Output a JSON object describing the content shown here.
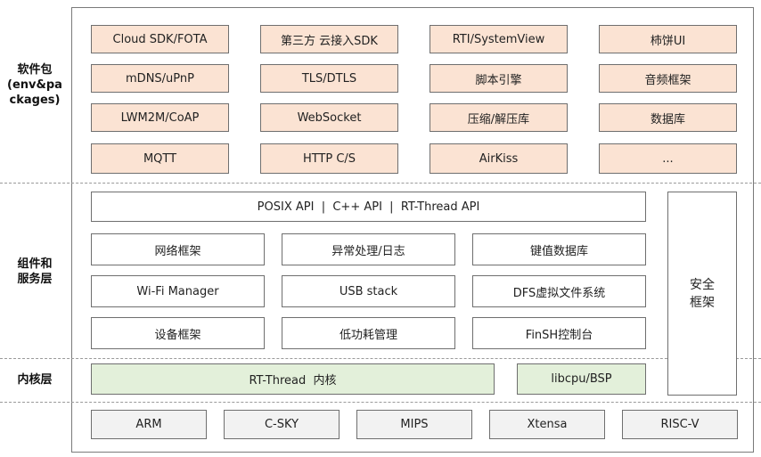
{
  "layers": {
    "packages_label": [
      "软件包",
      "(env&pa",
      "ckages)"
    ],
    "components_label": [
      "组件和",
      "服务层"
    ],
    "kernel_label": "内核层"
  },
  "packages": [
    [
      "Cloud SDK/FOTA",
      "第三方 云接入SDK",
      "RTI/SystemView",
      "柿饼UI"
    ],
    [
      "mDNS/uPnP",
      "TLS/DTLS",
      "脚本引擎",
      "音频框架"
    ],
    [
      "LWM2M/CoAP",
      "WebSocket",
      "压缩/解压库",
      "数据库"
    ],
    [
      "MQTT",
      "HTTP C/S",
      "AirKiss",
      "..."
    ]
  ],
  "api_bar": "POSIX API  |  C++ API  |  RT-Thread API",
  "components": [
    [
      "网络框架",
      "异常处理/日志",
      "键值数据库"
    ],
    [
      "Wi-Fi Manager",
      "USB stack",
      "DFS虚拟文件系统"
    ],
    [
      "设备框架",
      "低功耗管理",
      "FinSH控制台"
    ]
  ],
  "security": [
    "安全",
    "框架"
  ],
  "kernel": {
    "core": "RT-Thread  内核",
    "bsp": "libcpu/BSP"
  },
  "architectures": [
    "ARM",
    "C-SKY",
    "MIPS",
    "Xtensa",
    "RISC-V"
  ],
  "colors": {
    "package_fill": "#fbe3d3",
    "kernel_fill": "#e3f0da",
    "arch_fill": "#f2f2f2",
    "border": "#6f6f6f"
  }
}
